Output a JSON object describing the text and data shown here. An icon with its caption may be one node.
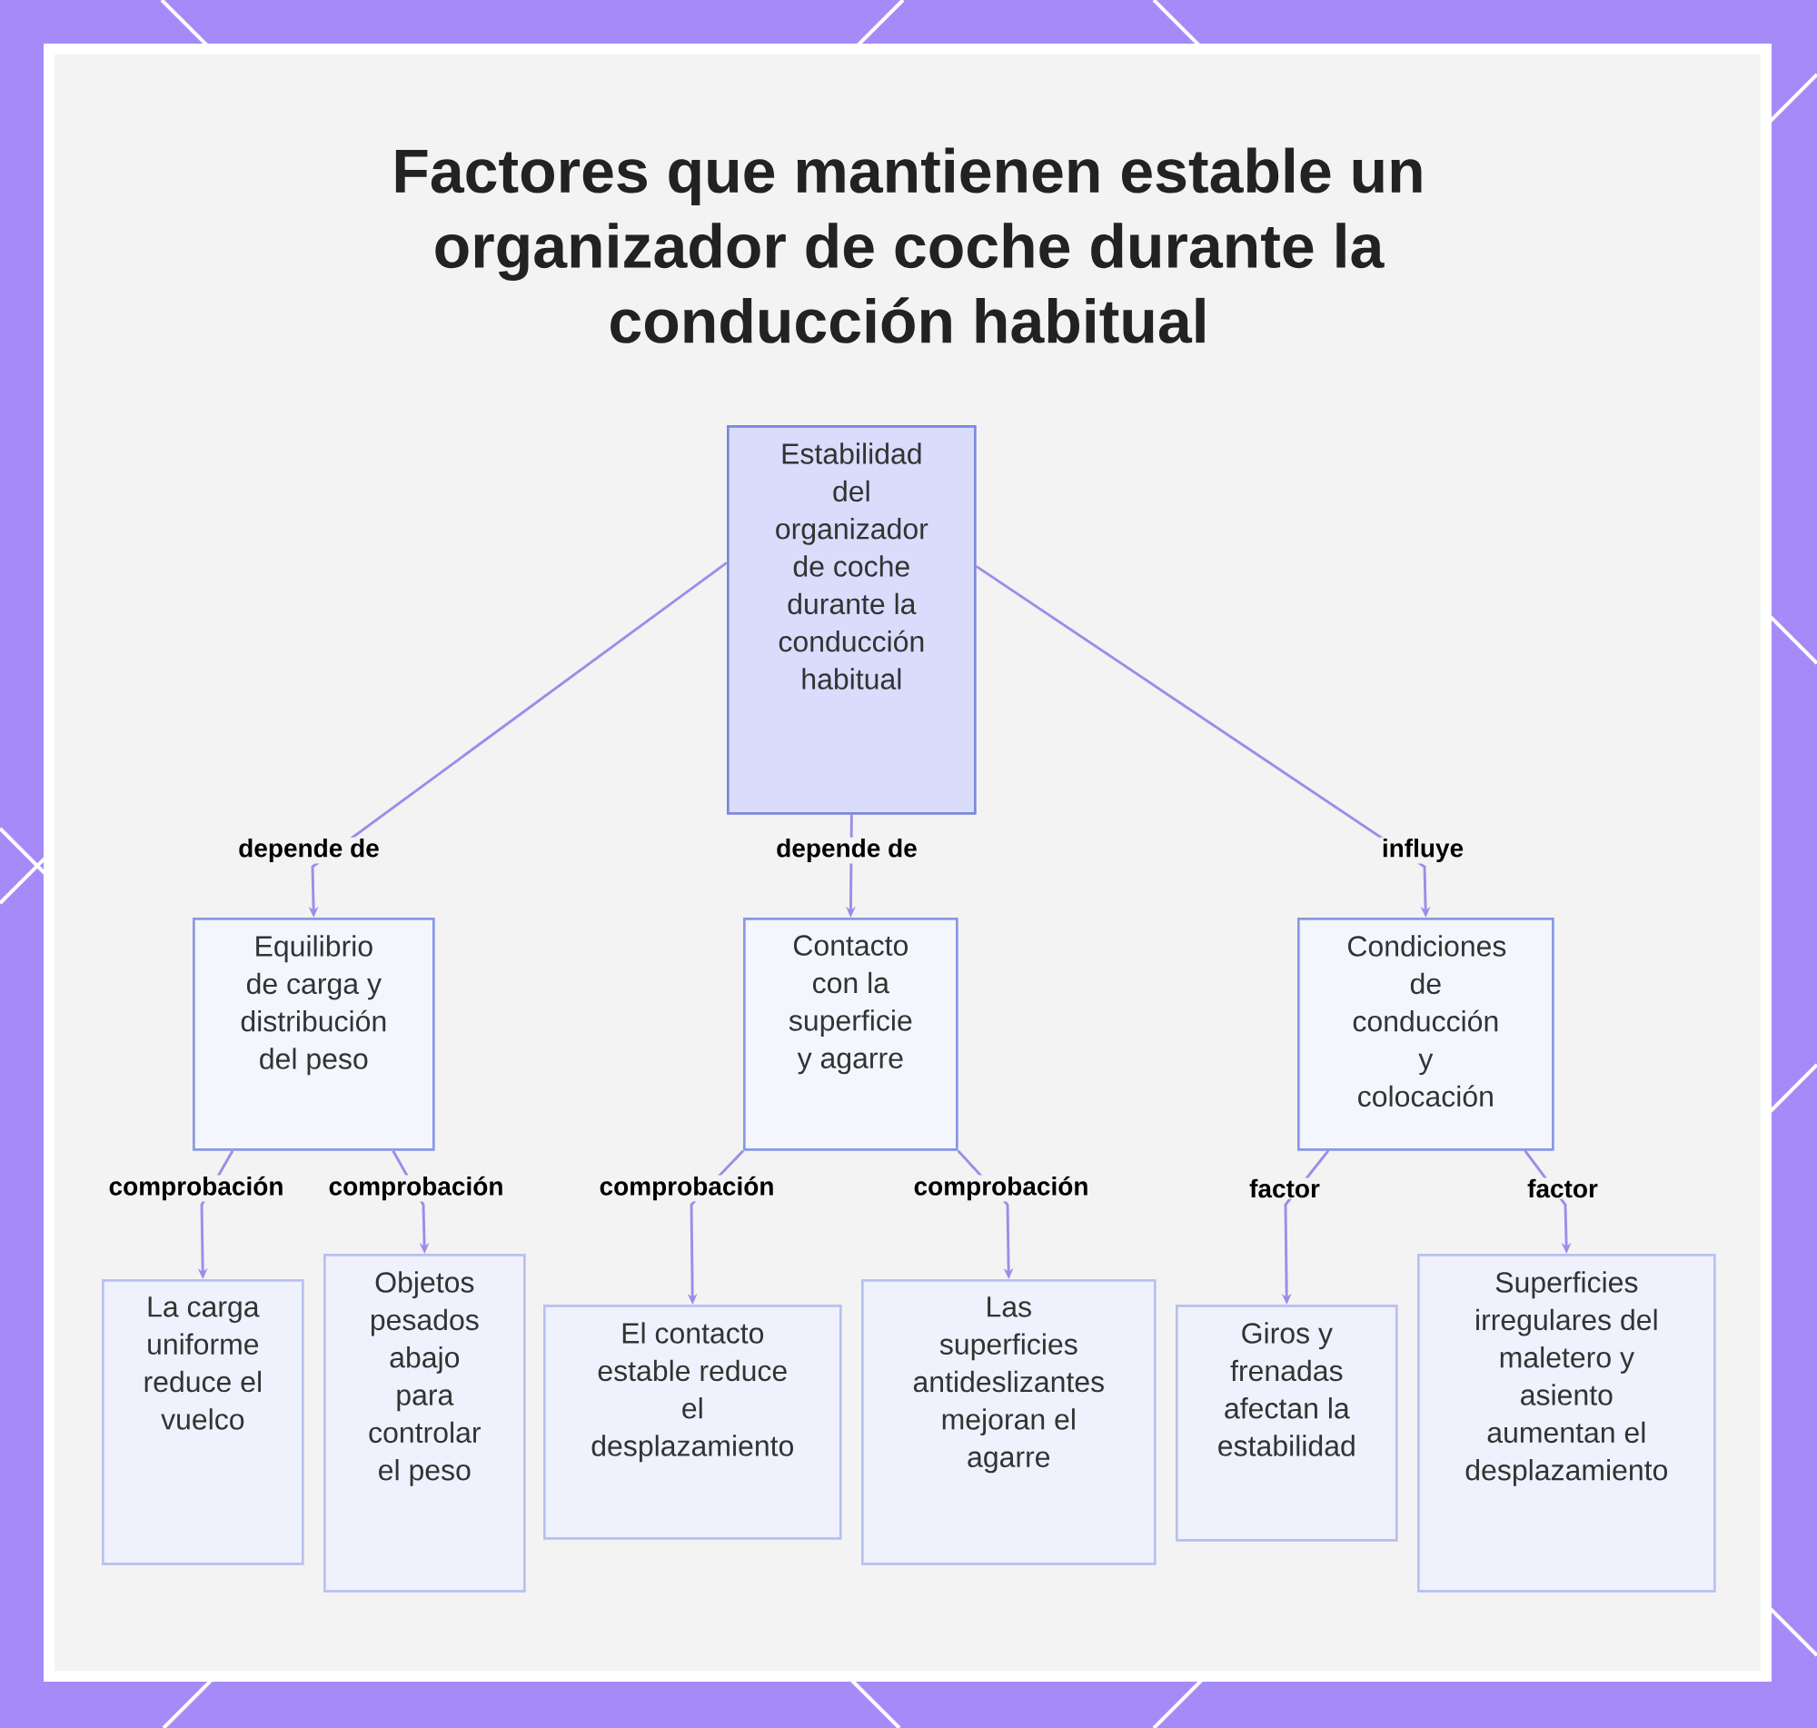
{
  "diagram": {
    "title": "Factores que mantienen estable un organizador de coche durante la conducción habitual",
    "nodes": [
      {
        "text": [
          "Estabilidad del organizador de coche durante la conducción habitual"
        ]
      },
      {
        "text": [
          "Equilibrio de carga y distribución del peso"
        ]
      },
      {
        "text": [
          "Contacto con la superficie y agarre"
        ]
      },
      {
        "text": [
          "Condiciones de conducción y colocación"
        ]
      },
      {
        "text": [
          "La carga uniforme reduce el vuelco"
        ]
      },
      {
        "text": [
          "Objetos pesados abajo para controlar el peso"
        ]
      },
      {
        "text": [
          "El contacto estable reduce el desplazamiento"
        ]
      },
      {
        "text": [
          "Las superficies antideslizantes mejoran el agarre"
        ]
      },
      {
        "text": [
          "Giros y frenadas afectan la estabilidad"
        ]
      },
      {
        "text": [
          "Superficies irregulares del maletero y asiento aumentan el desplazamiento"
        ]
      }
    ],
    "edges": [
      {
        "from": 0,
        "to": 1,
        "arrow": "to",
        "label": "depende de"
      },
      {
        "from": 0,
        "to": 2,
        "arrow": "to",
        "label": "depende de"
      },
      {
        "from": 0,
        "to": 3,
        "arrow": "to",
        "label": "influye"
      },
      {
        "from": 1,
        "to": 4,
        "arrow": "to",
        "label": "comprobación"
      },
      {
        "from": 1,
        "to": 5,
        "arrow": "to",
        "label": "comprobación"
      },
      {
        "from": 2,
        "to": 6,
        "arrow": "to",
        "label": "comprobación"
      },
      {
        "from": 2,
        "to": 7,
        "arrow": "to",
        "label": "comprobación"
      },
      {
        "from": 3,
        "to": 8,
        "arrow": "to",
        "label": "factor"
      },
      {
        "from": 3,
        "to": 9,
        "arrow": "to",
        "label": "factor"
      }
    ]
  }
}
